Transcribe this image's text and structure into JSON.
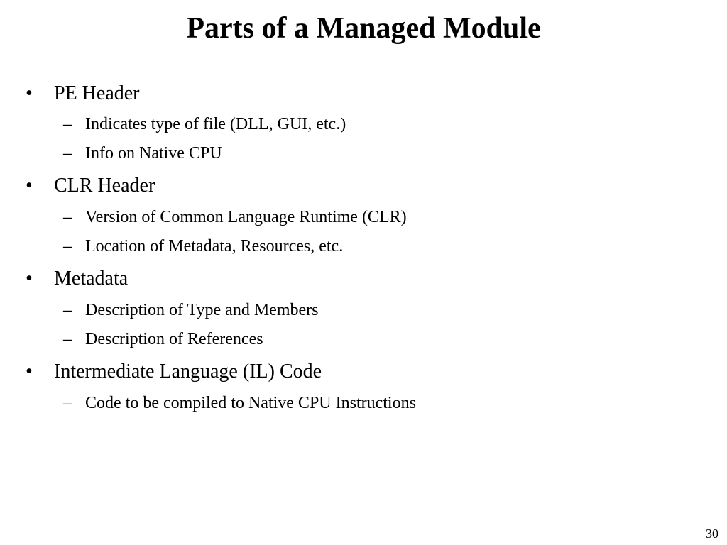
{
  "slide": {
    "title": "Parts of a Managed Module",
    "bullet_symbol": "•",
    "sub_symbol": "–",
    "bullets": [
      {
        "text": "PE Header",
        "subs": [
          "Indicates type of file (DLL, GUI, etc.)",
          "Info on Native CPU"
        ]
      },
      {
        "text": "CLR Header",
        "subs": [
          "Version of Common Language Runtime (CLR)",
          "Location of Metadata, Resources, etc."
        ]
      },
      {
        "text": "Metadata",
        "subs": [
          "Description of Type and Members",
          "Description of References"
        ]
      },
      {
        "text": "Intermediate Language (IL) Code",
        "subs": [
          "Code to be compiled to Native CPU Instructions"
        ]
      }
    ],
    "page_number": "30"
  }
}
